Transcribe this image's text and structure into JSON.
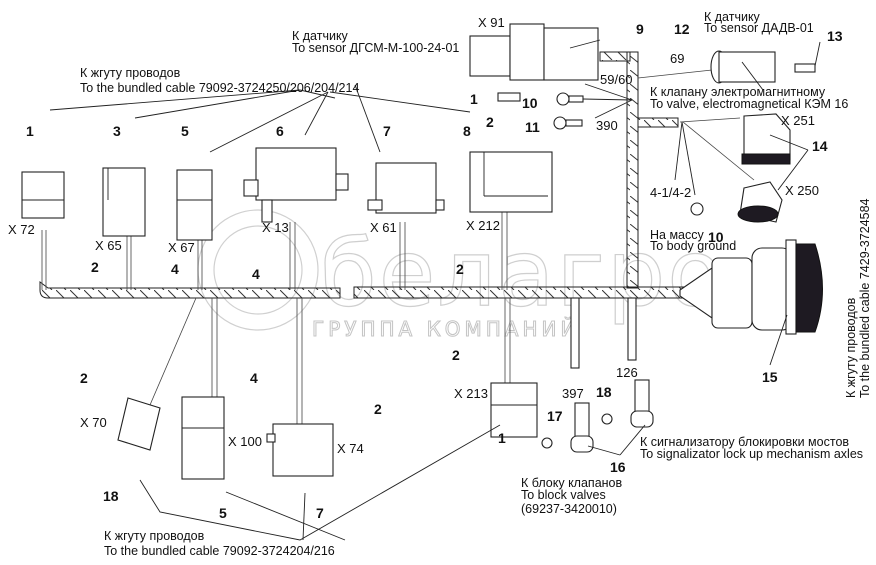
{
  "diagram": {
    "accent_color": "#111111",
    "watermark": {
      "logo_text": "белагро",
      "subtitle": "ГРУППА КОМПАНИЙ"
    },
    "notes": {
      "top_left_ru": "К жгуту проводов",
      "top_left_en": "To the bundled cable 79092-3724250/206/204/214",
      "sensor_dgsm_ru": "К датчику",
      "sensor_dgsm_en": "To sensor ДГСМ-М-100-24-01",
      "sensor_dadv_ru": "К датчику",
      "sensor_dadv_en": "To sensor ДАДВ-01",
      "valve_ru": "К клапану электромагнитному",
      "valve_en": "To valve, electromagnetical КЭМ 16",
      "ground_ru": "На массу",
      "ground_en": "To body ground",
      "right_cable_ru": "К жгуту проводов",
      "right_cable_en": "To the bundled cable 7429-3724584",
      "signalizer_ru": "К сигнализатору блокировки мостов",
      "signalizer_en": "To signalizator lock up mechanism axles",
      "block_valves_ru": "К блоку клапанов",
      "block_valves_en": "To block valves",
      "block_valves_code": "(69237-3420010)",
      "bottom_cable_ru": "К жгуту проводов",
      "bottom_cable_en": "To the bundled cable 79092-3724204/216"
    },
    "connectors": {
      "x72": "X 72",
      "x65": "X 65",
      "x67": "X 67",
      "x13": "X 13",
      "x61": "X 61",
      "x212": "X 212",
      "x91": "X 91",
      "x251": "X 251",
      "x250": "X 250",
      "x70": "X 70",
      "x100": "X 100",
      "x74": "X 74",
      "x213": "X 213"
    },
    "wire_numbers": {
      "w69": "69",
      "w59_60": "59/60",
      "w390": "390",
      "w4_1": "4-1/4-2",
      "w397": "397",
      "w126": "126"
    },
    "callouts": {
      "c1_a": "1",
      "c3": "3",
      "c5_a": "5",
      "c6": "6",
      "c7_a": "7",
      "c8": "8",
      "c1_b": "1",
      "c9": "9",
      "c12": "12",
      "c13": "13",
      "c2_a": "2",
      "c10_a": "10",
      "c11": "11",
      "c14": "14",
      "c10_b": "10",
      "c2_b": "2",
      "c4_a": "4",
      "c4_b": "4",
      "c2_c": "2",
      "c15": "15",
      "c2_d": "2",
      "c4_c": "4",
      "c2_e": "2",
      "c2_f": "2",
      "c1_c": "1",
      "c17": "17",
      "c18_a": "18",
      "c16": "16",
      "c18_b": "18",
      "c5_b": "5",
      "c7_b": "7"
    }
  }
}
